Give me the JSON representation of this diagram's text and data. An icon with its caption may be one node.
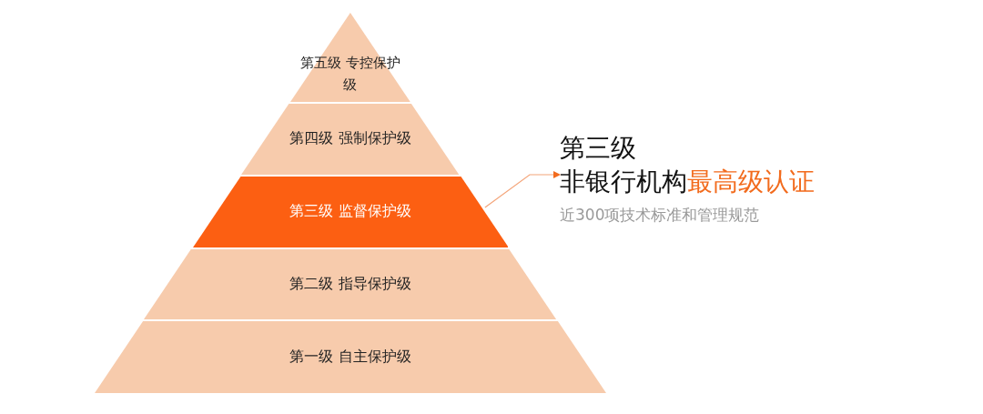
{
  "diagram": {
    "nodes": [
      {
        "text": [
          "第五级 专控保护级"
        ]
      },
      {
        "text": [
          "第四级 强制保护级"
        ]
      },
      {
        "text": [
          "第三级 监督保护级"
        ]
      },
      {
        "text": [
          "第二级 指导保护级"
        ]
      },
      {
        "text": [
          "第一级 自主保护级"
        ]
      },
      {
        "text": [
          "第三级",
          "非银行机构",
          "最高级认证",
          "近300项技术标准和管理规范"
        ]
      }
    ],
    "edges": [
      {
        "from": 2,
        "to": 5,
        "arrow": "to"
      }
    ]
  }
}
